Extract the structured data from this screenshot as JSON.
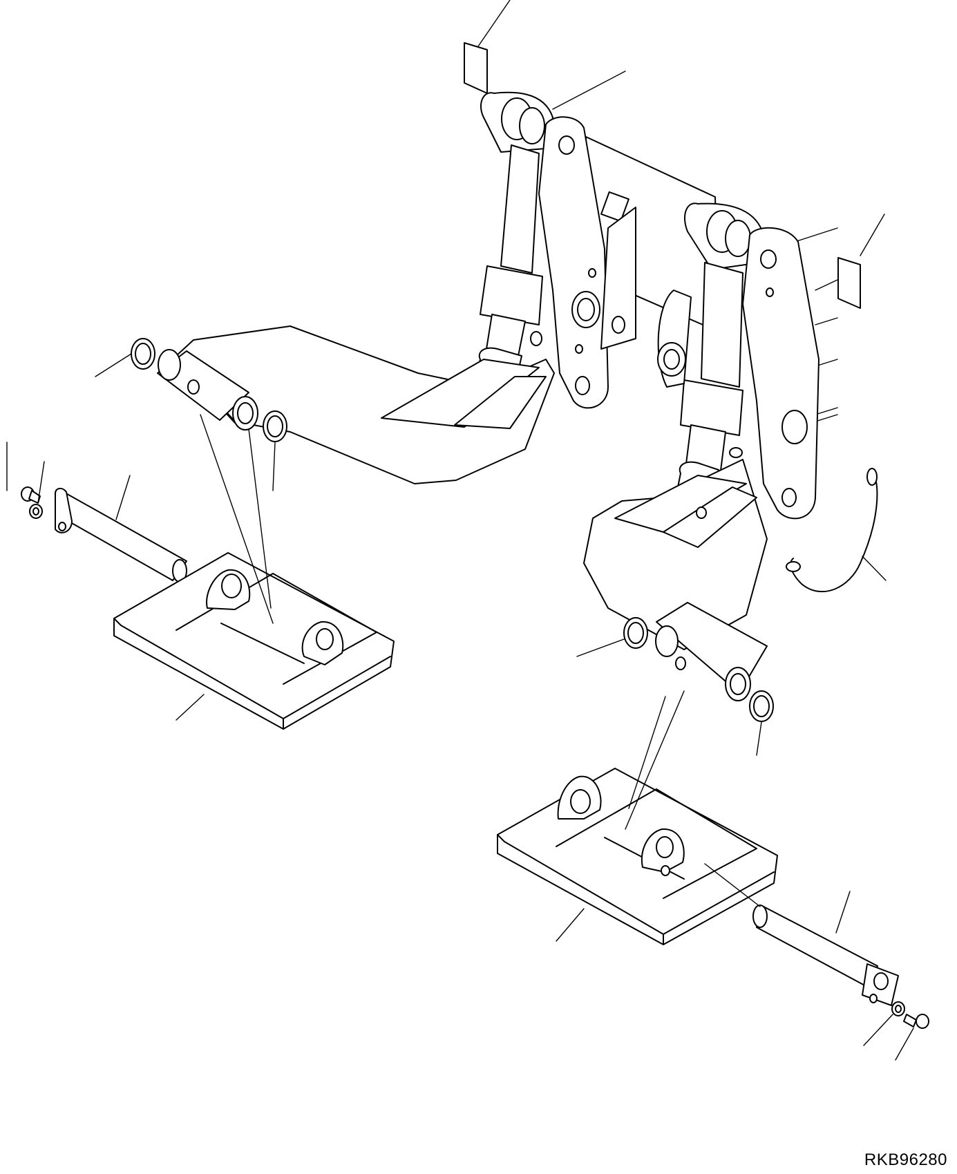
{
  "drawing": {
    "reference_code": "RKB96280",
    "parts": [
      "label-plate-left",
      "label-plate-right",
      "hydraulic-cylinder-left",
      "hydraulic-cylinder-right",
      "boom-arm-left",
      "boom-arm-right",
      "track-shoe-left",
      "track-shoe-right",
      "pin-left",
      "pin-right",
      "bolt-left",
      "bolt-right",
      "washer-left",
      "washer-right",
      "snap-ring",
      "wire-loop"
    ]
  }
}
